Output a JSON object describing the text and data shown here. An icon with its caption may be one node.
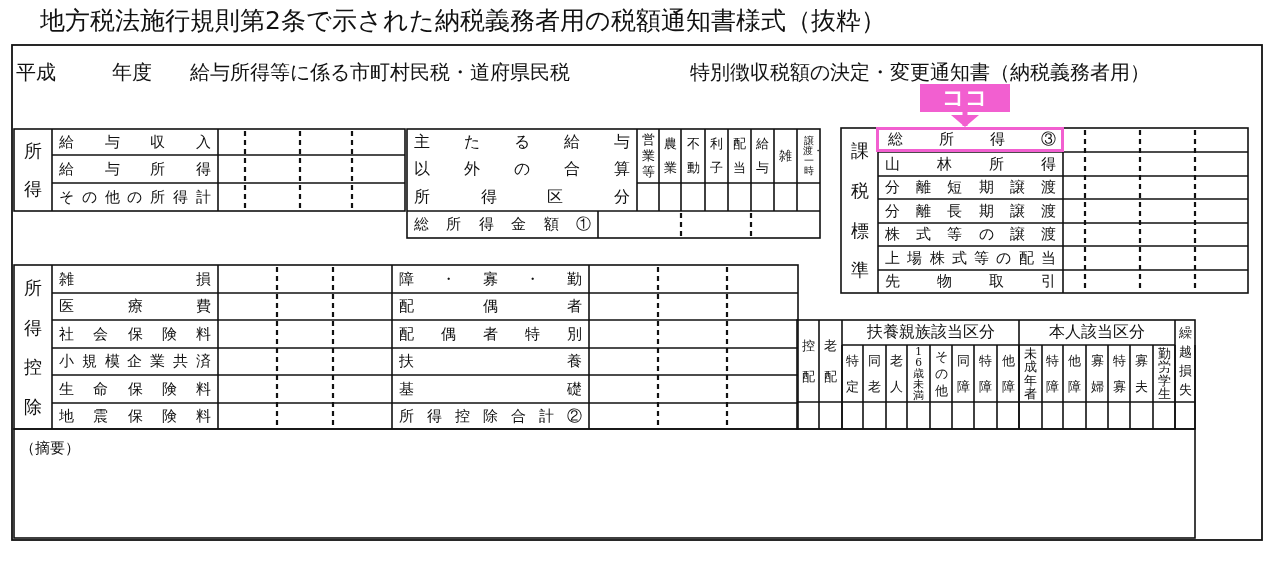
{
  "diagram": {
    "title": "地方税法施行規則第2条で示された納税義務者用の税額通知書様式（抜粋）",
    "nodes": [
      {
        "text": [
          "ココ"
        ]
      },
      {
        "text": [
          "総所得③"
        ]
      }
    ],
    "edges": [
      {
        "from": 0,
        "to": 1,
        "arrow": "to"
      }
    ],
    "labels": [
      "平成",
      "年度",
      "給与所得等に係る市町村民税・道府県民税",
      "特別徴収税額の決定・変更通知書（納税義務者用）",
      "所得",
      "給与収入",
      "給与所得",
      "その他の所得計",
      "主たる給与",
      "以外の合算",
      "所得区分",
      "営業等",
      "農業",
      "不動",
      "利子",
      "配当",
      "給与",
      "雑",
      "譲渡・一時",
      "総所得金額①",
      "課税標準",
      "山林所得",
      "分離短期譲渡",
      "分離長期譲渡",
      "株式等の譲渡",
      "上場株式等の配当",
      "先物取引",
      "所得控除",
      "雑損",
      "医療費",
      "社会保険料",
      "小規模企業共済",
      "生命保険料",
      "地震保険料",
      "障・寡・勤",
      "配偶者",
      "配偶者特別",
      "扶養",
      "基礎",
      "所得控除合計②",
      "控配",
      "老配",
      "扶養親族該当区分",
      "本人該当区分",
      "特定",
      "同老",
      "老人",
      "16歳未満",
      "その他",
      "同障",
      "特障",
      "他障",
      "未成年者",
      "特障",
      "他障",
      "寡婦",
      "特寡",
      "寡夫",
      "勤労学生",
      "繰越損失",
      "（摘要）"
    ]
  }
}
